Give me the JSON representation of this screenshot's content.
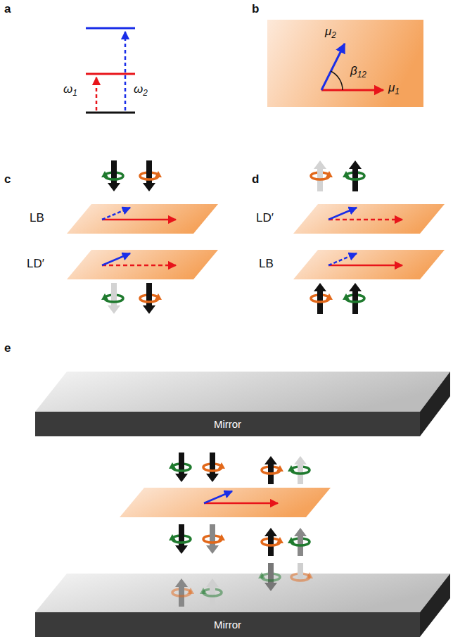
{
  "diagram": {
    "nodes": [
      {
        "text": [
          "Mirror"
        ]
      },
      {
        "text": [
          "Mirror"
        ]
      }
    ],
    "labels": [
      "a",
      "b",
      "c",
      "d",
      "e",
      "ω1",
      "ω2",
      "μ2",
      "β12",
      "μ1",
      "LB",
      "LD′",
      "LD′",
      "LB"
    ]
  }
}
